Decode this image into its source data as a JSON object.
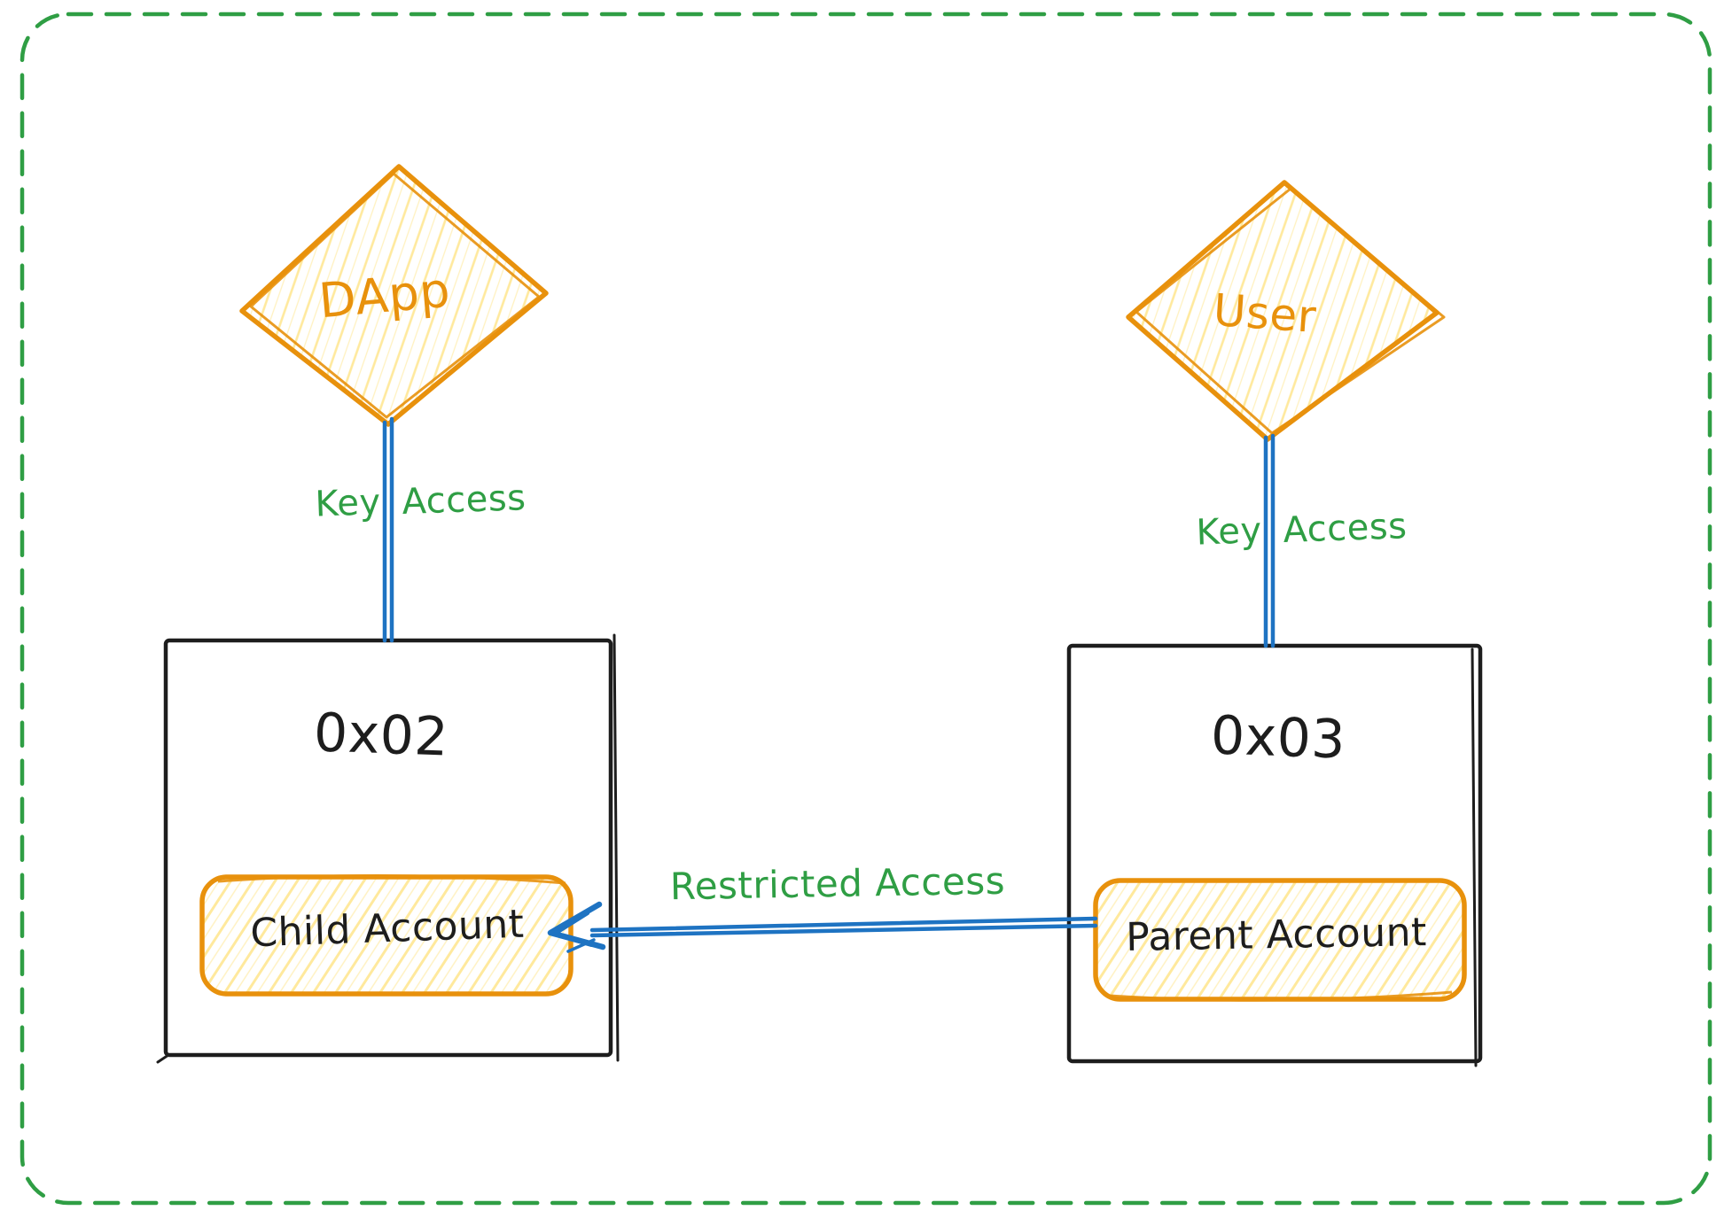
{
  "colors": {
    "border_green": "#2f9e44",
    "label_green": "#2f9e44",
    "shape_orange": "#e8910c",
    "hatch_yellow": "#ffd43b",
    "connector_blue": "#1e73c2",
    "box_black": "#1d1d1d"
  },
  "nodes": {
    "dapp": {
      "label": "DApp"
    },
    "user": {
      "label": "User"
    },
    "left_wallet": {
      "address": "0x02",
      "account_label": "Child Account"
    },
    "right_wallet": {
      "address": "0x03",
      "account_label": "Parent Account"
    }
  },
  "edges": {
    "dapp_key_access": {
      "words": [
        "Key",
        "Access"
      ]
    },
    "user_key_access": {
      "words": [
        "Key",
        "Access"
      ]
    },
    "restricted_access": {
      "label": "Restricted Access"
    }
  }
}
